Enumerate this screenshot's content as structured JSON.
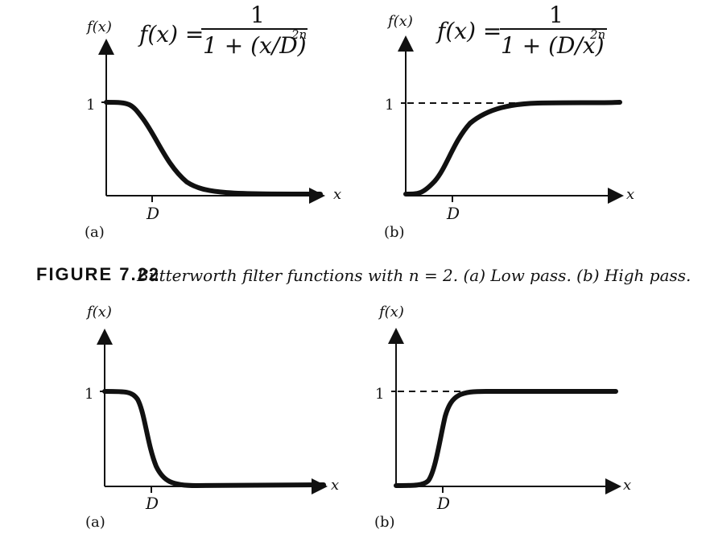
{
  "top": {
    "a": {
      "ylabel": "f(x)",
      "formula_lhs": "f(x) =",
      "formula_num": "1",
      "formula_den": "1 + (x/D)",
      "formula_exp": "2n",
      "tick_y": "1",
      "tick_x": "D",
      "xlabel": "x",
      "panel_label": "(a)"
    },
    "b": {
      "ylabel": "f(x)",
      "formula_lhs": "f(x) =",
      "formula_num": "1",
      "formula_den": "1 + (D/x)",
      "formula_exp": "2n",
      "tick_y": "1",
      "tick_x": "D",
      "xlabel": "x",
      "panel_label": "(b)"
    }
  },
  "caption": {
    "figure_label": "FIGURE 7.22",
    "text": "Butterworth filter functions with n = 2. (a) Low pass. (b) High pass."
  },
  "bottom": {
    "a": {
      "ylabel": "f(x)",
      "tick_y": "1",
      "tick_x": "D",
      "xlabel": "x",
      "panel_label": "(a)"
    },
    "b": {
      "ylabel": "f(x)",
      "tick_y": "1",
      "tick_x": "D",
      "xlabel": "x",
      "panel_label": "(b)"
    }
  }
}
